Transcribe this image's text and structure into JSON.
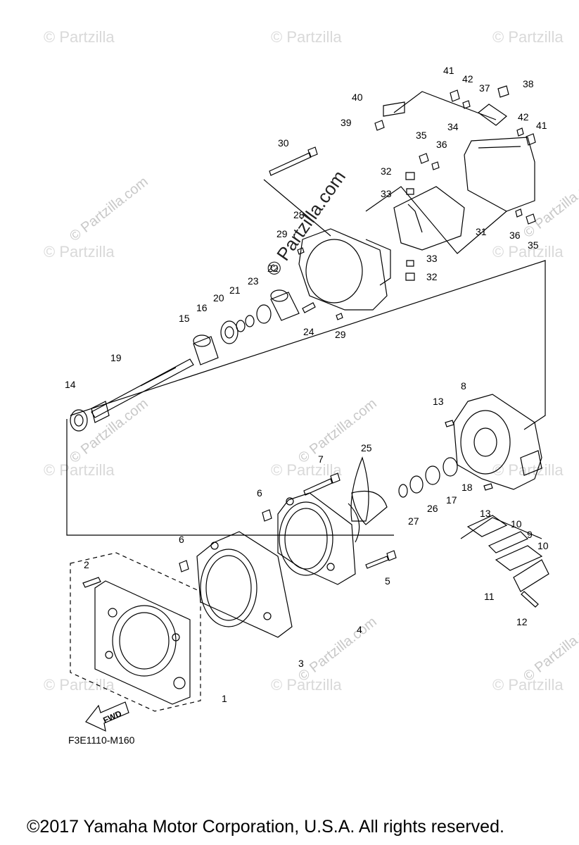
{
  "watermark": {
    "text": "© Partzilla",
    "main_text": "© Partzilla.com",
    "rotated_text": "© Partzilla.com"
  },
  "diagram_code": "F3E1110-M160",
  "fwd_arrow_label": "FWD",
  "copyright": "©2017 Yamaha Motor Corporation, U.S.A. All rights reserved.",
  "parts": {
    "p1": "1",
    "p2": "2",
    "p3": "3",
    "p4": "4",
    "p5": "5",
    "p6a": "6",
    "p6b": "6",
    "p7": "7",
    "p8": "8",
    "p9": "9",
    "p10a": "10",
    "p10b": "10",
    "p11": "11",
    "p12": "12",
    "p13a": "13",
    "p13b": "13",
    "p14": "14",
    "p15": "15",
    "p16": "16",
    "p17": "17",
    "p18": "18",
    "p19": "19",
    "p20": "20",
    "p21": "21",
    "p22": "22",
    "p23": "23",
    "p24": "24",
    "p25": "25",
    "p26": "26",
    "p27": "27",
    "p28": "28",
    "p29a": "29",
    "p29b": "29",
    "p30": "30",
    "p31": "31",
    "p32a": "32",
    "p32b": "32",
    "p33a": "33",
    "p33b": "33",
    "p34": "34",
    "p35a": "35",
    "p35b": "35",
    "p36a": "36",
    "p36b": "36",
    "p37": "37",
    "p38": "38",
    "p39": "39",
    "p40": "40",
    "p41a": "41",
    "p41b": "41",
    "p42a": "42",
    "p42b": "42"
  }
}
